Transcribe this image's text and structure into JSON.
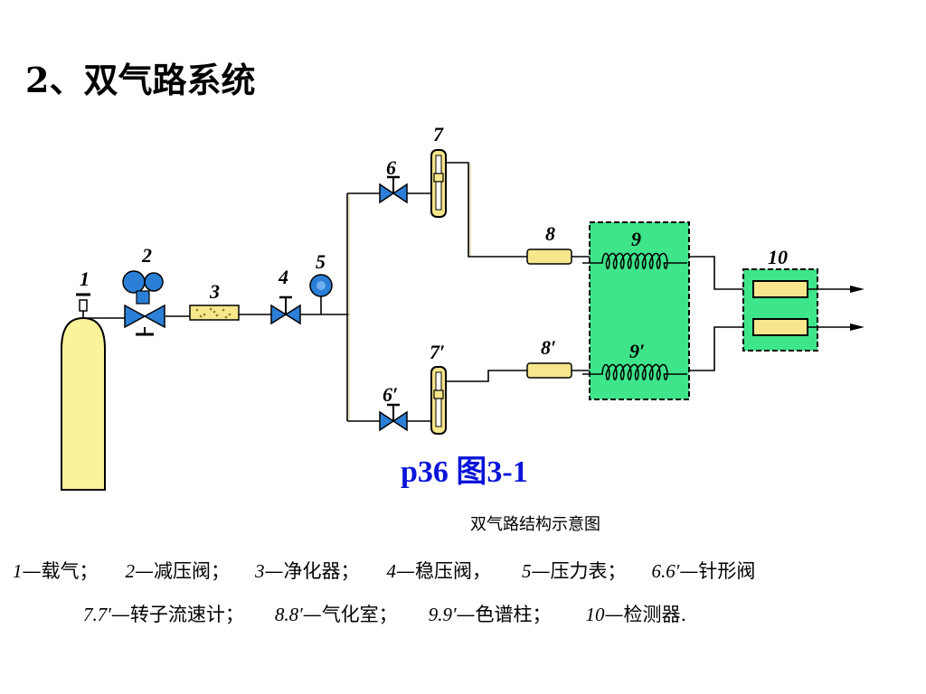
{
  "title": "2、双气路系统",
  "figure_ref": "p36 图3-1",
  "caption": "双气路结构示意图",
  "labels": {
    "n1": "1",
    "n2": "2",
    "n3": "3",
    "n4": "4",
    "n5": "5",
    "n6": "6",
    "n6p": "6′",
    "n7": "7",
    "n7p": "7′",
    "n8": "8",
    "n8p": "8′",
    "n9": "9",
    "n9p": "9′",
    "n10": "10"
  },
  "legend": {
    "line1": [
      {
        "num": "1",
        "text": "—载气；"
      },
      {
        "num": "2",
        "text": "—减压阀；"
      },
      {
        "num": "3",
        "text": "—净化器；"
      },
      {
        "num": "4",
        "text": "—稳压阀，"
      },
      {
        "num": "5",
        "text": "—压力表；"
      },
      {
        "num": "6.6′",
        "text": "—针形阀"
      }
    ],
    "line2": [
      {
        "num": "7.7′",
        "text": "—转子流速计；"
      },
      {
        "num": "8.8′",
        "text": "—气化室；"
      },
      {
        "num": "9.9′",
        "text": "—色谱柱；"
      },
      {
        "num": "10",
        "text": "—检测器."
      }
    ]
  },
  "colors": {
    "cylinder": "#fbf39a",
    "gauge": "#2b7fd6",
    "column_box": "#3ee58a",
    "detector_box": "#3ee58a",
    "component": "#f7e68c",
    "pipe": "#c9b466",
    "figure_ref": "#0a14d8"
  }
}
